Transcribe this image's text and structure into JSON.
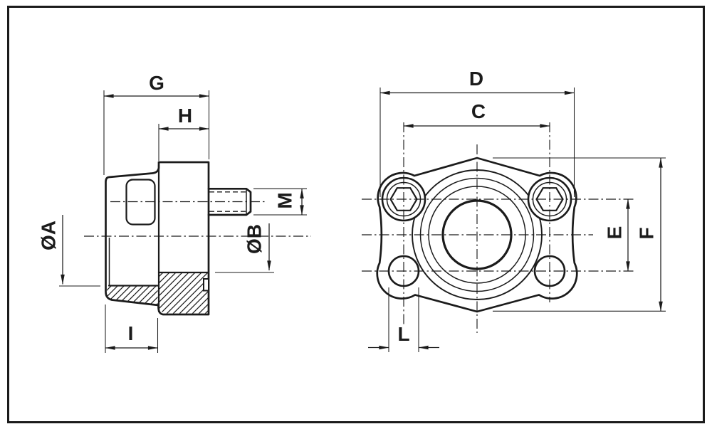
{
  "colors": {
    "ink": "#1b1b1b",
    "paper": "#ffffff"
  },
  "left_view": {
    "labels": {
      "G": "G",
      "H": "H",
      "M": "M",
      "PHI_A": "ØA",
      "PHI_B": "ØB",
      "I": "I"
    }
  },
  "right_view": {
    "labels": {
      "D": "D",
      "C": "C",
      "E": "E",
      "F": "F",
      "L": "L"
    }
  }
}
